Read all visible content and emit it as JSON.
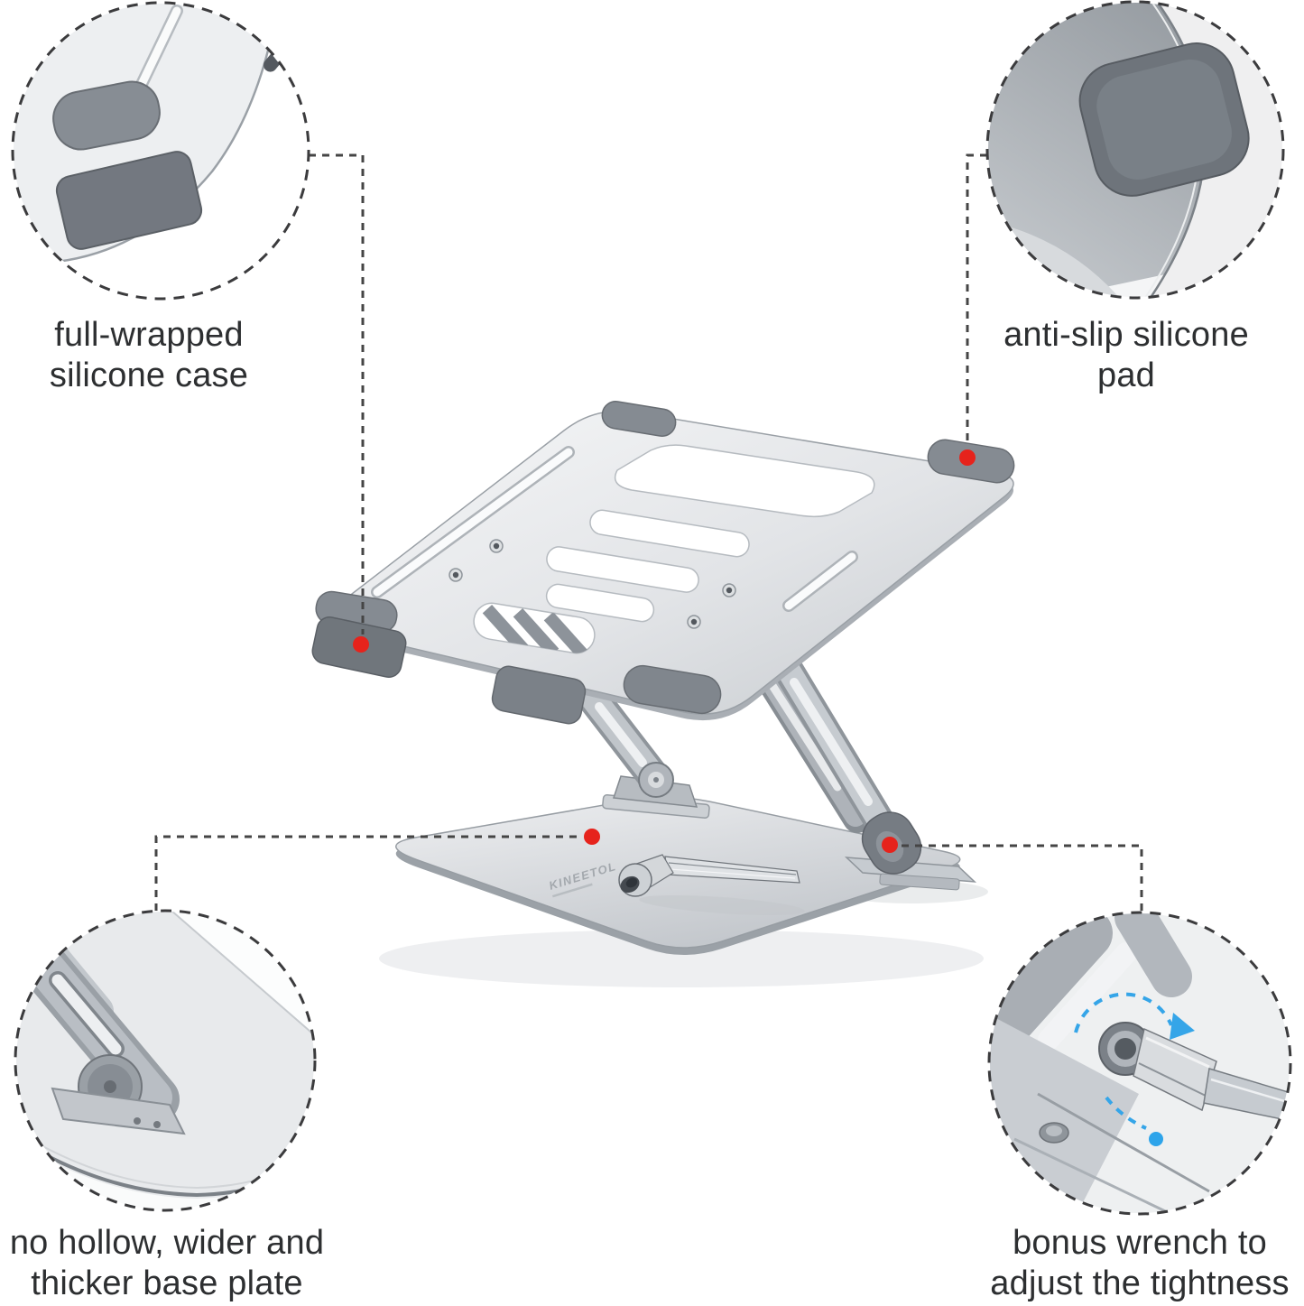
{
  "page": {
    "type": "product-feature-infographic",
    "background": "#ffffff"
  },
  "product": {
    "name": "adjustable aluminum laptop stand",
    "brand": "KINEETOL"
  },
  "callouts": [
    {
      "id": "silicone-case",
      "position": "top-left",
      "lines": [
        "full-wrapped",
        "silicone case"
      ]
    },
    {
      "id": "silicone-pad",
      "position": "top-right",
      "lines": [
        "anti-slip silicone",
        "pad"
      ]
    },
    {
      "id": "base-plate",
      "position": "bottom-left",
      "lines": [
        "no hollow, wider and",
        "thicker base plate"
      ]
    },
    {
      "id": "bonus-wrench",
      "position": "bottom-right",
      "lines": [
        "bonus wrench to",
        "adjust the tightness"
      ]
    }
  ],
  "colors": {
    "marker_red": "#e6231c",
    "arrow_blue": "#35a5e8",
    "label_text": "#2d2f31",
    "leader_line": "#454545",
    "callout_border": "#3b3b3d",
    "metal_light": "#f2f3f5",
    "metal_dark": "#9aa0a6",
    "silicone_gray": "#7a8087"
  }
}
